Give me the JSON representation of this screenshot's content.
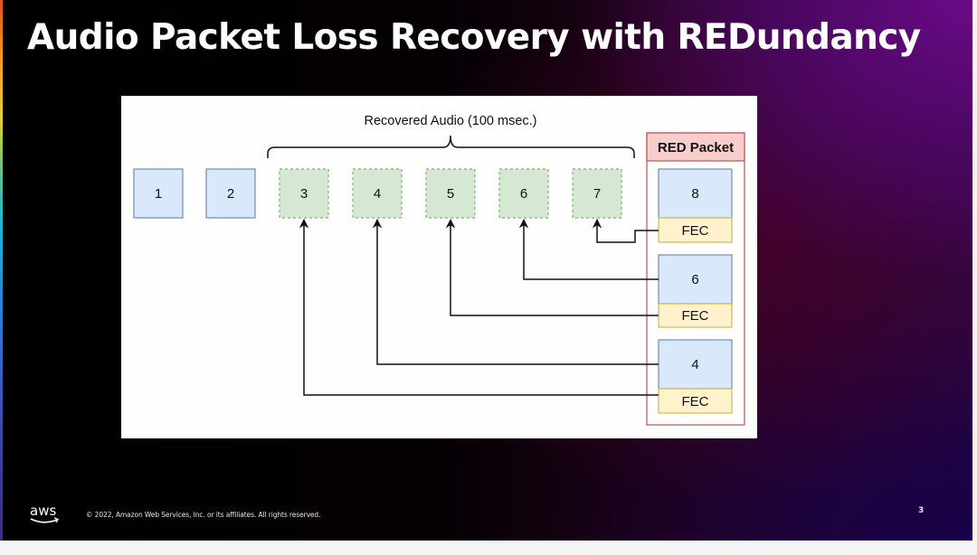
{
  "slide": {
    "title": "Audio Packet Loss Recovery with REDundancy",
    "page_number": "3",
    "footer": {
      "logo_text": "aws",
      "copyright": "© 2022, Amazon Web Services, Inc. or its affiliates. All rights reserved."
    }
  },
  "diagram": {
    "bracket_label": "Recovered Audio (100 msec.)",
    "received_packets": [
      {
        "label": "1"
      },
      {
        "label": "2"
      }
    ],
    "recovered_packets": [
      {
        "label": "3"
      },
      {
        "label": "4"
      },
      {
        "label": "5"
      },
      {
        "label": "6"
      },
      {
        "label": "7"
      }
    ],
    "red_packet": {
      "title": "RED Packet",
      "blocks": [
        {
          "label": "8",
          "fec_label": "FEC"
        },
        {
          "label": "6",
          "fec_label": "FEC"
        },
        {
          "label": "4",
          "fec_label": "FEC"
        }
      ]
    },
    "connections": [
      {
        "from": "RED block 8 FEC",
        "to": "recovered packet 7"
      },
      {
        "from": "RED block 6",
        "to": "recovered packet 6"
      },
      {
        "from": "RED block 6 FEC",
        "to": "recovered packet 5"
      },
      {
        "from": "RED block 4",
        "to": "recovered packet 4"
      },
      {
        "from": "RED block 4 FEC",
        "to": "recovered packet 3"
      }
    ],
    "colors": {
      "received_fill": "#dae8fc",
      "received_stroke": "#6c8ebf",
      "recovered_fill": "#d5e8d4",
      "recovered_stroke": "#82b366",
      "red_fill": "#f8cecc",
      "red_stroke": "#b85450",
      "fec_fill": "#fff2cc",
      "fec_stroke": "#d6b656",
      "line": "#111111"
    }
  }
}
